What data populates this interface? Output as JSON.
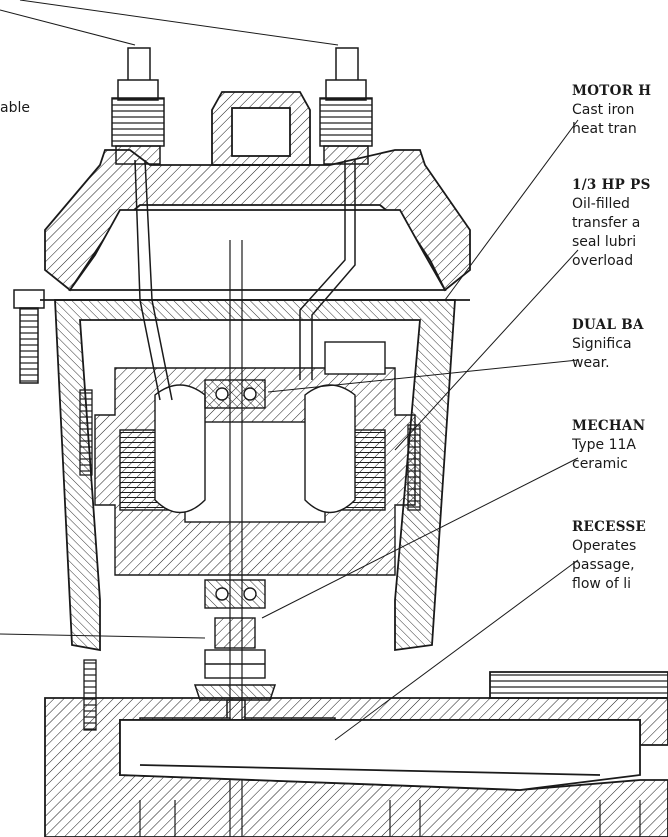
{
  "left_fragment": "able",
  "callouts": [
    {
      "heading": "MOTOR H",
      "lines": [
        "Cast iron",
        "heat tran"
      ]
    },
    {
      "heading": "1/3 HP PS",
      "lines": [
        "Oil-filled",
        "transfer a",
        "seal lubri",
        "overload"
      ]
    },
    {
      "heading": "DUAL BA",
      "lines": [
        "Significa",
        "wear."
      ]
    },
    {
      "heading": "MECHAN",
      "lines": [
        "Type 11A",
        "ceramic"
      ]
    },
    {
      "heading": "RECESSE",
      "lines": [
        "Operates",
        "passage,",
        "flow of li"
      ]
    }
  ],
  "colors": {
    "line": "#1a1a1a",
    "background": "#ffffff"
  }
}
